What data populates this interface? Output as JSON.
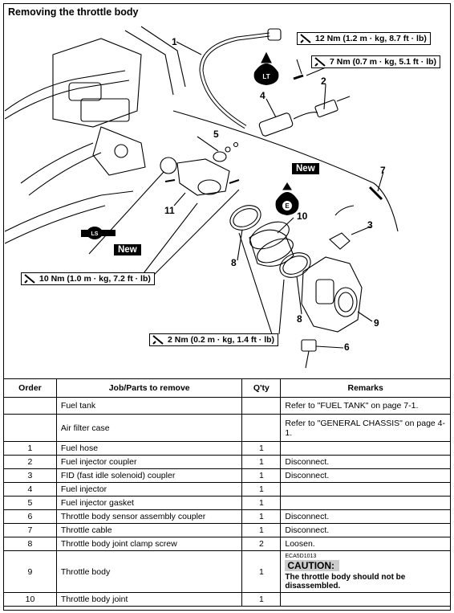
{
  "title": "Removing the throttle body",
  "diagram": {
    "callouts": [
      "1",
      "2",
      "3",
      "4",
      "5",
      "6",
      "7",
      "8",
      "8",
      "9",
      "10",
      "11"
    ],
    "torques": [
      "12 Nm (1.2 m · kg, 8.7 ft · lb)",
      "7 Nm (0.7 m · kg, 5.1 ft · lb)",
      "10 Nm (1.0 m · kg, 7.2 ft · lb)",
      "2 Nm (0.2 m · kg, 1.4 ft · lb)"
    ],
    "new_labels": [
      "New",
      "New"
    ],
    "lubricant_labels": [
      "LT",
      "E",
      "LS"
    ]
  },
  "table": {
    "headers": [
      "Order",
      "Job/Parts to remove",
      "Q'ty",
      "Remarks"
    ],
    "rows": [
      {
        "order": "",
        "part": "Fuel tank",
        "qty": "",
        "remarks": "Refer to \"FUEL TANK\" on page 7-1."
      },
      {
        "order": "",
        "part": "Air filter case",
        "qty": "",
        "remarks": "Refer to \"GENERAL CHASSIS\" on page 4-1."
      },
      {
        "order": "1",
        "part": "Fuel hose",
        "qty": "1",
        "remarks": ""
      },
      {
        "order": "2",
        "part": "Fuel injector coupler",
        "qty": "1",
        "remarks": "Disconnect."
      },
      {
        "order": "3",
        "part": "FID (fast idle solenoid) coupler",
        "qty": "1",
        "remarks": "Disconnect."
      },
      {
        "order": "4",
        "part": "Fuel injector",
        "qty": "1",
        "remarks": ""
      },
      {
        "order": "5",
        "part": "Fuel injector gasket",
        "qty": "1",
        "remarks": ""
      },
      {
        "order": "6",
        "part": "Throttle body sensor assembly coupler",
        "qty": "1",
        "remarks": "Disconnect."
      },
      {
        "order": "7",
        "part": "Throttle cable",
        "qty": "1",
        "remarks": "Disconnect."
      },
      {
        "order": "8",
        "part": "Throttle body joint clamp screw",
        "qty": "2",
        "remarks": "Loosen."
      },
      {
        "order": "9",
        "part": "Throttle body",
        "qty": "1",
        "remarks": ""
      },
      {
        "order": "10",
        "part": "Throttle body joint",
        "qty": "1",
        "remarks": ""
      }
    ],
    "caution": {
      "code": "ECA5D1013",
      "label": "CAUTION:",
      "text": "The throttle body should not be disassembled."
    }
  }
}
